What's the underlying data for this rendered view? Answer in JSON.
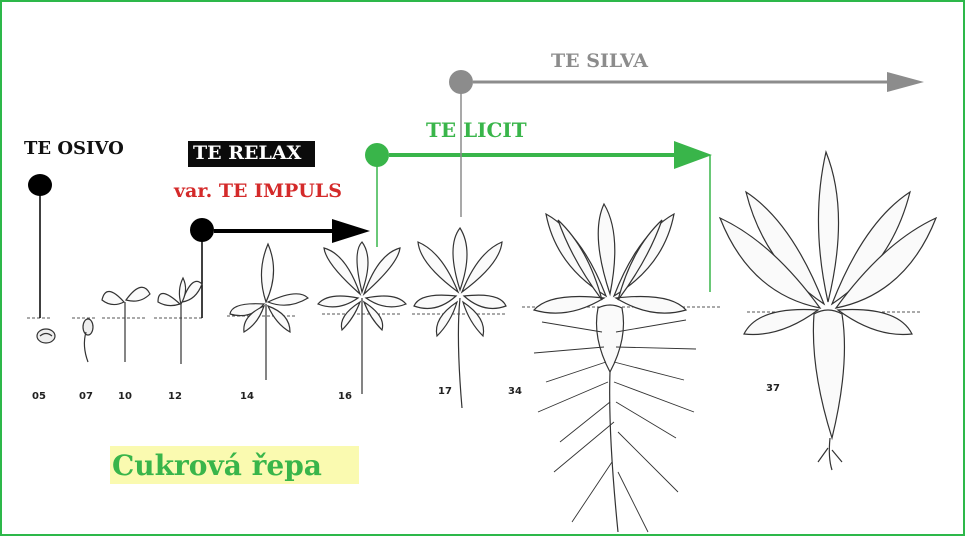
{
  "programs": {
    "osivo": "TE OSIVO",
    "relax": "TE RELAX",
    "impuls": "var. TE IMPULS",
    "licit": "TE LICIT",
    "silva": "TE SILVA"
  },
  "crop": "Cukrová řepa",
  "stages": [
    "05",
    "07",
    "10",
    "12",
    "14",
    "16",
    "17",
    "34",
    "37"
  ],
  "colors": {
    "border": "#2db84a",
    "osivo": "#111111",
    "relax_bg": "#0b0b0b",
    "impuls": "#d42a2a",
    "licit": "#39b54a",
    "silva": "#8c8c8c",
    "crop_bg": "#fafab0",
    "crop_text": "#39b54a"
  }
}
